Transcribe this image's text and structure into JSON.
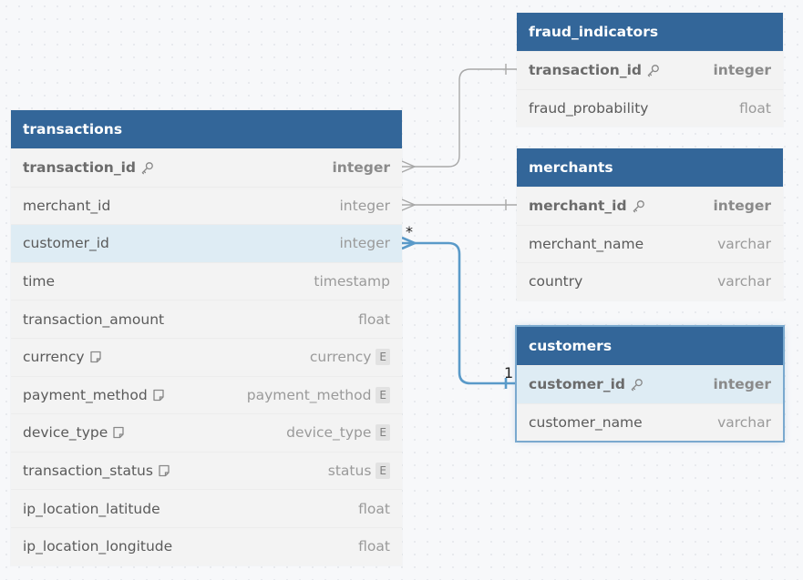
{
  "tables": {
    "transactions": {
      "title": "transactions",
      "columns": [
        {
          "name": "transaction_id",
          "type": "integer",
          "pk": true
        },
        {
          "name": "merchant_id",
          "type": "integer"
        },
        {
          "name": "customer_id",
          "type": "integer",
          "highlighted": true
        },
        {
          "name": "time",
          "type": "timestamp"
        },
        {
          "name": "transaction_amount",
          "type": "float"
        },
        {
          "name": "currency",
          "type": "currency",
          "note": true,
          "enum": "E"
        },
        {
          "name": "payment_method",
          "type": "payment_method",
          "note": true,
          "enum": "E"
        },
        {
          "name": "device_type",
          "type": "device_type",
          "note": true,
          "enum": "E"
        },
        {
          "name": "transaction_status",
          "type": "status",
          "note": true,
          "enum": "E"
        },
        {
          "name": "ip_location_latitude",
          "type": "float"
        },
        {
          "name": "ip_location_longitude",
          "type": "float"
        }
      ]
    },
    "fraud_indicators": {
      "title": "fraud_indicators",
      "columns": [
        {
          "name": "transaction_id",
          "type": "integer",
          "pk": true
        },
        {
          "name": "fraud_probability",
          "type": "float"
        }
      ]
    },
    "merchants": {
      "title": "merchants",
      "columns": [
        {
          "name": "merchant_id",
          "type": "integer",
          "pk": true
        },
        {
          "name": "merchant_name",
          "type": "varchar"
        },
        {
          "name": "country",
          "type": "varchar"
        }
      ]
    },
    "customers": {
      "title": "customers",
      "selected": true,
      "columns": [
        {
          "name": "customer_id",
          "type": "integer",
          "pk": true,
          "highlighted": true
        },
        {
          "name": "customer_name",
          "type": "varchar"
        }
      ]
    }
  },
  "relations": {
    "customers_many_label": "*",
    "customers_one_label": "1"
  },
  "colors": {
    "header": "#336699",
    "row_highlight": "#deecf4",
    "connector": "#9a9a9a",
    "connector_active": "#5a9ac9"
  },
  "icons": {
    "primary_key": "key-icon",
    "note": "note-icon",
    "enum": "enum-badge"
  }
}
